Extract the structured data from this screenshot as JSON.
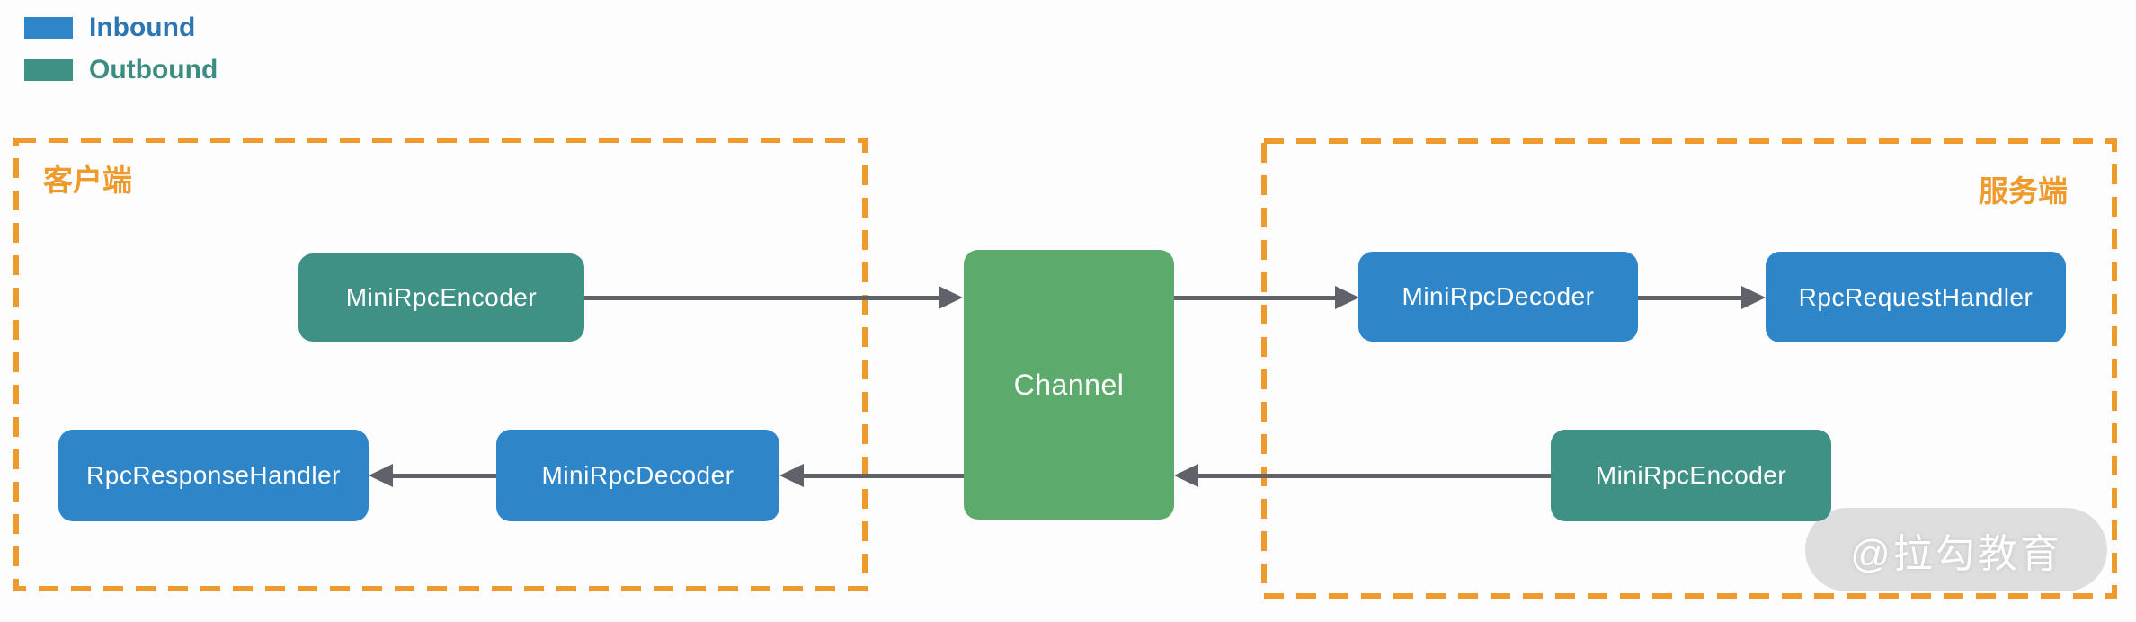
{
  "legend": {
    "items": [
      {
        "label": "Inbound",
        "color": "#2e86c9",
        "text_color": "#2d76b2"
      },
      {
        "label": "Outbound",
        "color": "#3f9185",
        "text_color": "#3a8d80"
      }
    ]
  },
  "groups": {
    "client": {
      "label": "客户端"
    },
    "server": {
      "label": "服务端"
    }
  },
  "nodes": {
    "client_encoder": {
      "label": "MiniRpcEncoder",
      "type": "outbound"
    },
    "channel": {
      "label": "Channel",
      "type": "channel"
    },
    "server_decoder": {
      "label": "MiniRpcDecoder",
      "type": "inbound"
    },
    "request_handler": {
      "label": "RpcRequestHandler",
      "type": "inbound"
    },
    "server_encoder": {
      "label": "MiniRpcEncoder",
      "type": "outbound"
    },
    "client_decoder": {
      "label": "MiniRpcDecoder",
      "type": "inbound"
    },
    "response_handler": {
      "label": "RpcResponseHandler",
      "type": "inbound"
    }
  },
  "edges": [
    {
      "from": "client_encoder",
      "to": "channel",
      "direction": "right"
    },
    {
      "from": "channel",
      "to": "server_decoder",
      "direction": "right"
    },
    {
      "from": "server_decoder",
      "to": "request_handler",
      "direction": "right"
    },
    {
      "from": "server_encoder",
      "to": "channel",
      "direction": "left"
    },
    {
      "from": "channel",
      "to": "client_decoder",
      "direction": "left"
    },
    {
      "from": "client_decoder",
      "to": "response_handler",
      "direction": "left"
    }
  ],
  "colors": {
    "inbound_blue": "#2e86c9",
    "outbound_teal": "#3f9185",
    "channel_green": "#5cab6c",
    "group_border_orange": "#ef9a2c",
    "arrow_gray": "#5f6268",
    "background": "#fdfdfd"
  },
  "watermark": {
    "text": "@拉勾教育"
  }
}
